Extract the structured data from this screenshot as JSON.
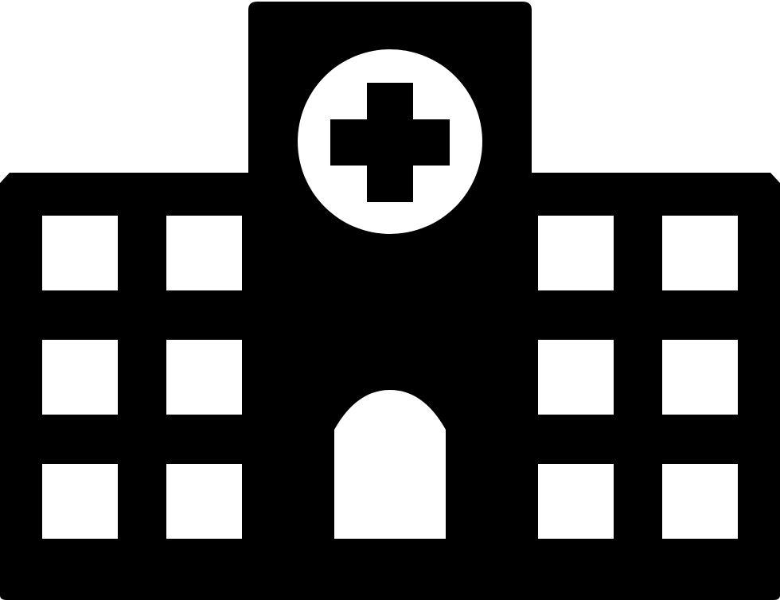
{
  "icon": {
    "name": "hospital-building-icon",
    "fill_color": "#000000",
    "background_color": "#ffffff",
    "cutout_color": "#ffffff",
    "symbol": "medical-cross",
    "window_grid": {
      "left_wing": {
        "rows": 3,
        "columns": 2
      },
      "right_wing": {
        "rows": 3,
        "columns": 2
      }
    },
    "door": "arched-entrance"
  }
}
